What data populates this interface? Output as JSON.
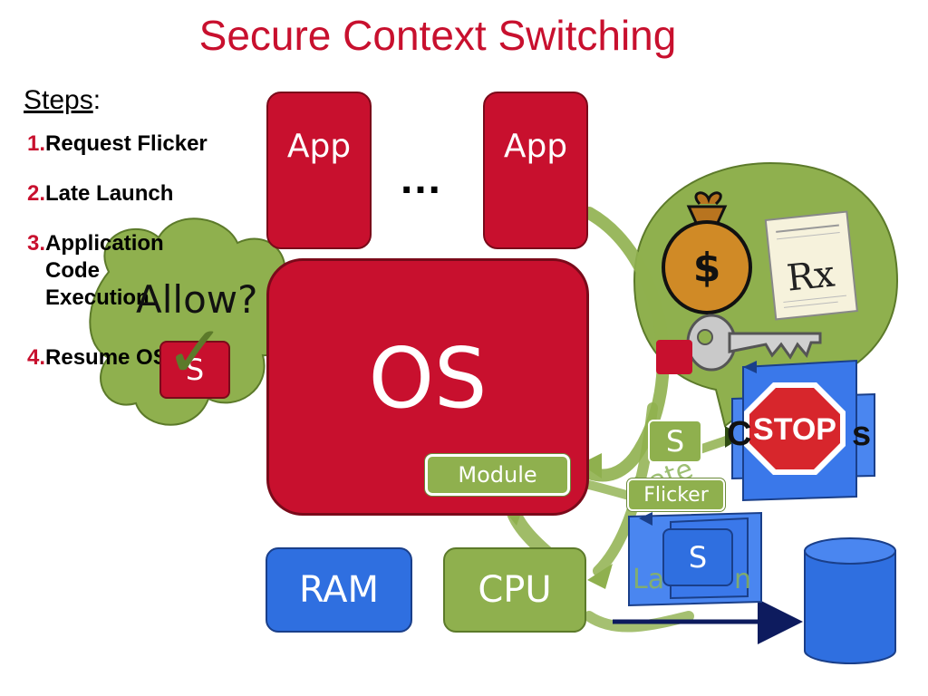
{
  "title": "Secure Context Switching",
  "steps": {
    "heading": "Steps",
    "colon": ":",
    "items": [
      {
        "num": "1.",
        "text": "Request Flicker"
      },
      {
        "num": "2.",
        "text": "Late Launch"
      },
      {
        "num": "3.",
        "text_lines": [
          "Application",
          "Code",
          "Execution"
        ]
      },
      {
        "num": "4.",
        "text": "Resume OS"
      }
    ]
  },
  "diagram": {
    "app_left": "App",
    "app_right": "App",
    "ellipsis": "…",
    "os": "OS",
    "module": "Module",
    "ram": "RAM",
    "cpu": "CPU",
    "flicker": "Flicker",
    "s_green": "S",
    "s_blue": "S",
    "s_cloud": "S",
    "cloud_text": "Allow?",
    "checkmark": "✓",
    "partial_left": "C",
    "partial_right": "s",
    "stop_sign": "STOP",
    "rx": "Rx",
    "dollar": "$",
    "ghost_late": "Late",
    "ghost_la": "La",
    "ghost_n": "n"
  },
  "colors": {
    "red": "#c8102e",
    "green": "#8fb04e",
    "blue": "#2f6fe0",
    "navy": "#0d1b5e"
  }
}
